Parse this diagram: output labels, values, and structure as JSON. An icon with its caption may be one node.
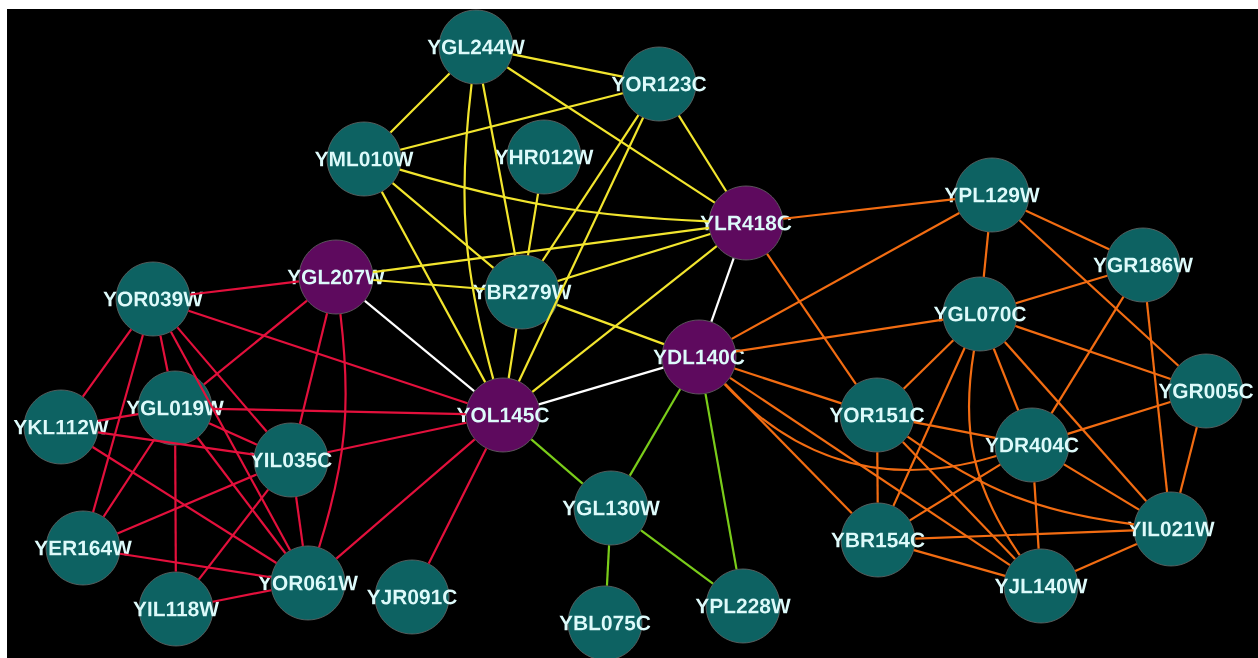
{
  "diagram": {
    "nodes": [
      {
        "text": [
          "YGL244W"
        ]
      },
      {
        "text": [
          "YOR123C"
        ]
      },
      {
        "text": [
          "YML010W"
        ]
      },
      {
        "text": [
          "YHR012W"
        ]
      },
      {
        "text": [
          "YPL129W"
        ]
      },
      {
        "text": [
          "YLR418C"
        ]
      },
      {
        "text": [
          "YGR186W"
        ]
      },
      {
        "text": [
          "YGL207W"
        ]
      },
      {
        "text": [
          "YOR039W"
        ]
      },
      {
        "text": [
          "YBR279W"
        ]
      },
      {
        "text": [
          "YGL070C"
        ]
      },
      {
        "text": [
          "YDL140C"
        ]
      },
      {
        "text": [
          "YGR005C"
        ]
      },
      {
        "text": [
          "YKL112W"
        ]
      },
      {
        "text": [
          "YGL019W"
        ]
      },
      {
        "text": [
          "YOL145C"
        ]
      },
      {
        "text": [
          "YOR151C"
        ]
      },
      {
        "text": [
          "YDR404C"
        ]
      },
      {
        "text": [
          "YIL035C"
        ]
      },
      {
        "text": [
          "YGL130W"
        ]
      },
      {
        "text": [
          "YER164W"
        ]
      },
      {
        "text": [
          "YBR154C"
        ]
      },
      {
        "text": [
          "YIL021W"
        ]
      },
      {
        "text": [
          "YJL140W"
        ]
      },
      {
        "text": [
          "YOR061W"
        ]
      },
      {
        "text": [
          "YJR091C"
        ]
      },
      {
        "text": [
          "YIL118W"
        ]
      },
      {
        "text": [
          "YBL075C"
        ]
      },
      {
        "text": [
          "YPL228W"
        ]
      }
    ],
    "edges": [
      {
        "from": 0,
        "to": 1,
        "arrow": "none",
        "color": "#f2e52e"
      },
      {
        "from": 0,
        "to": 2,
        "arrow": "none",
        "color": "#f2e52e"
      },
      {
        "from": 0,
        "to": 5,
        "arrow": "none",
        "color": "#f2e52e"
      },
      {
        "from": 0,
        "to": 9,
        "arrow": "none",
        "color": "#f2e52e"
      },
      {
        "from": 0,
        "to": 15,
        "arrow": "none",
        "color": "#f2e52e"
      },
      {
        "from": 1,
        "to": 2,
        "arrow": "none",
        "color": "#f2e52e"
      },
      {
        "from": 1,
        "to": 5,
        "arrow": "none",
        "color": "#f2e52e"
      },
      {
        "from": 1,
        "to": 9,
        "arrow": "none",
        "color": "#f2e52e"
      },
      {
        "from": 1,
        "to": 15,
        "arrow": "none",
        "color": "#f2e52e"
      },
      {
        "from": 2,
        "to": 5,
        "arrow": "none",
        "color": "#f2e52e"
      },
      {
        "from": 2,
        "to": 9,
        "arrow": "none",
        "color": "#f2e52e"
      },
      {
        "from": 2,
        "to": 15,
        "arrow": "none",
        "color": "#f2e52e"
      },
      {
        "from": 3,
        "to": 9,
        "arrow": "none",
        "color": "#f2e52e"
      },
      {
        "from": 5,
        "to": 7,
        "arrow": "none",
        "color": "#f2e52e"
      },
      {
        "from": 5,
        "to": 9,
        "arrow": "none",
        "color": "#f2e52e"
      },
      {
        "from": 5,
        "to": 15,
        "arrow": "none",
        "color": "#f2e52e"
      },
      {
        "from": 7,
        "to": 9,
        "arrow": "none",
        "color": "#f2e52e"
      },
      {
        "from": 9,
        "to": 11,
        "arrow": "none",
        "color": "#f2e52e"
      },
      {
        "from": 9,
        "to": 15,
        "arrow": "none",
        "color": "#f2e52e"
      },
      {
        "from": 7,
        "to": 15,
        "arrow": "none",
        "color": "#ffffff"
      },
      {
        "from": 5,
        "to": 11,
        "arrow": "none",
        "color": "#ffffff"
      },
      {
        "from": 15,
        "to": 11,
        "arrow": "none",
        "color": "#ffffff"
      },
      {
        "from": 15,
        "to": 19,
        "arrow": "none",
        "color": "#7acc1a"
      },
      {
        "from": 11,
        "to": 19,
        "arrow": "none",
        "color": "#7acc1a"
      },
      {
        "from": 11,
        "to": 28,
        "arrow": "none",
        "color": "#7acc1a"
      },
      {
        "from": 19,
        "to": 27,
        "arrow": "none",
        "color": "#7acc1a"
      },
      {
        "from": 19,
        "to": 28,
        "arrow": "none",
        "color": "#7acc1a"
      },
      {
        "from": 8,
        "to": 7,
        "arrow": "none",
        "color": "#e3103c"
      },
      {
        "from": 8,
        "to": 15,
        "arrow": "none",
        "color": "#e3103c"
      },
      {
        "from": 8,
        "to": 13,
        "arrow": "none",
        "color": "#e3103c"
      },
      {
        "from": 8,
        "to": 20,
        "arrow": "none",
        "color": "#e3103c"
      },
      {
        "from": 8,
        "to": 14,
        "arrow": "none",
        "color": "#e3103c"
      },
      {
        "from": 8,
        "to": 18,
        "arrow": "none",
        "color": "#e3103c"
      },
      {
        "from": 8,
        "to": 24,
        "arrow": "none",
        "color": "#e3103c"
      },
      {
        "from": 7,
        "to": 14,
        "arrow": "none",
        "color": "#e3103c"
      },
      {
        "from": 7,
        "to": 18,
        "arrow": "none",
        "color": "#e3103c"
      },
      {
        "from": 7,
        "to": 24,
        "arrow": "none",
        "color": "#e3103c"
      },
      {
        "from": 13,
        "to": 14,
        "arrow": "none",
        "color": "#e3103c"
      },
      {
        "from": 13,
        "to": 18,
        "arrow": "none",
        "color": "#e3103c"
      },
      {
        "from": 13,
        "to": 24,
        "arrow": "none",
        "color": "#e3103c"
      },
      {
        "from": 14,
        "to": 15,
        "arrow": "none",
        "color": "#e3103c"
      },
      {
        "from": 14,
        "to": 20,
        "arrow": "none",
        "color": "#e3103c"
      },
      {
        "from": 14,
        "to": 26,
        "arrow": "none",
        "color": "#e3103c"
      },
      {
        "from": 14,
        "to": 18,
        "arrow": "none",
        "color": "#e3103c"
      },
      {
        "from": 14,
        "to": 24,
        "arrow": "none",
        "color": "#e3103c"
      },
      {
        "from": 18,
        "to": 15,
        "arrow": "none",
        "color": "#e3103c"
      },
      {
        "from": 18,
        "to": 20,
        "arrow": "none",
        "color": "#e3103c"
      },
      {
        "from": 18,
        "to": 26,
        "arrow": "none",
        "color": "#e3103c"
      },
      {
        "from": 18,
        "to": 24,
        "arrow": "none",
        "color": "#e3103c"
      },
      {
        "from": 20,
        "to": 24,
        "arrow": "none",
        "color": "#e3103c"
      },
      {
        "from": 26,
        "to": 24,
        "arrow": "none",
        "color": "#e3103c"
      },
      {
        "from": 24,
        "to": 15,
        "arrow": "none",
        "color": "#e3103c"
      },
      {
        "from": 25,
        "to": 15,
        "arrow": "none",
        "color": "#e3103c"
      },
      {
        "from": 5,
        "to": 4,
        "arrow": "none",
        "color": "#f26c12"
      },
      {
        "from": 5,
        "to": 16,
        "arrow": "none",
        "color": "#f26c12"
      },
      {
        "from": 11,
        "to": 4,
        "arrow": "none",
        "color": "#f26c12"
      },
      {
        "from": 11,
        "to": 10,
        "arrow": "none",
        "color": "#f26c12"
      },
      {
        "from": 11,
        "to": 16,
        "arrow": "none",
        "color": "#f26c12"
      },
      {
        "from": 11,
        "to": 17,
        "arrow": "none",
        "color": "#f26c12"
      },
      {
        "from": 11,
        "to": 21,
        "arrow": "none",
        "color": "#f26c12"
      },
      {
        "from": 11,
        "to": 23,
        "arrow": "none",
        "color": "#f26c12"
      },
      {
        "from": 4,
        "to": 10,
        "arrow": "none",
        "color": "#f26c12"
      },
      {
        "from": 4,
        "to": 6,
        "arrow": "none",
        "color": "#f26c12"
      },
      {
        "from": 4,
        "to": 12,
        "arrow": "none",
        "color": "#f26c12"
      },
      {
        "from": 6,
        "to": 10,
        "arrow": "none",
        "color": "#f26c12"
      },
      {
        "from": 6,
        "to": 17,
        "arrow": "none",
        "color": "#f26c12"
      },
      {
        "from": 6,
        "to": 22,
        "arrow": "none",
        "color": "#f26c12"
      },
      {
        "from": 10,
        "to": 12,
        "arrow": "none",
        "color": "#f26c12"
      },
      {
        "from": 10,
        "to": 16,
        "arrow": "none",
        "color": "#f26c12"
      },
      {
        "from": 10,
        "to": 21,
        "arrow": "none",
        "color": "#f26c12"
      },
      {
        "from": 10,
        "to": 17,
        "arrow": "none",
        "color": "#f26c12"
      },
      {
        "from": 10,
        "to": 23,
        "arrow": "none",
        "color": "#f26c12"
      },
      {
        "from": 10,
        "to": 22,
        "arrow": "none",
        "color": "#f26c12"
      },
      {
        "from": 16,
        "to": 21,
        "arrow": "none",
        "color": "#f26c12"
      },
      {
        "from": 16,
        "to": 17,
        "arrow": "none",
        "color": "#f26c12"
      },
      {
        "from": 16,
        "to": 22,
        "arrow": "none",
        "color": "#f26c12"
      },
      {
        "from": 16,
        "to": 23,
        "arrow": "none",
        "color": "#f26c12"
      },
      {
        "from": 17,
        "to": 12,
        "arrow": "none",
        "color": "#f26c12"
      },
      {
        "from": 17,
        "to": 21,
        "arrow": "none",
        "color": "#f26c12"
      },
      {
        "from": 17,
        "to": 22,
        "arrow": "none",
        "color": "#f26c12"
      },
      {
        "from": 17,
        "to": 23,
        "arrow": "none",
        "color": "#f26c12"
      },
      {
        "from": 12,
        "to": 22,
        "arrow": "none",
        "color": "#f26c12"
      },
      {
        "from": 21,
        "to": 22,
        "arrow": "none",
        "color": "#f26c12"
      },
      {
        "from": 21,
        "to": 23,
        "arrow": "none",
        "color": "#f26c12"
      },
      {
        "from": 23,
        "to": 22,
        "arrow": "none",
        "color": "#f26c12"
      }
    ]
  }
}
